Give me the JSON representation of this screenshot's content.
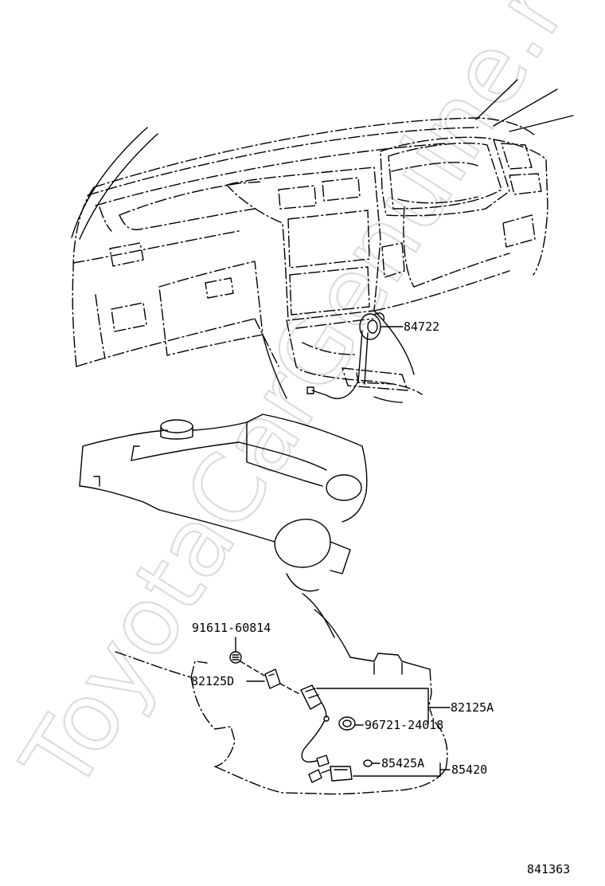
{
  "watermark": "ToyotaCarGenuine.ru",
  "figure_number": "841363",
  "part_labels": {
    "shift_lever_switch": "84722",
    "bolt": "91611-60814",
    "clamp": "82125D",
    "connector_harness": "82125A",
    "grommet": "96721-24018",
    "clip": "85425A",
    "sensor_assembly": "85420"
  }
}
